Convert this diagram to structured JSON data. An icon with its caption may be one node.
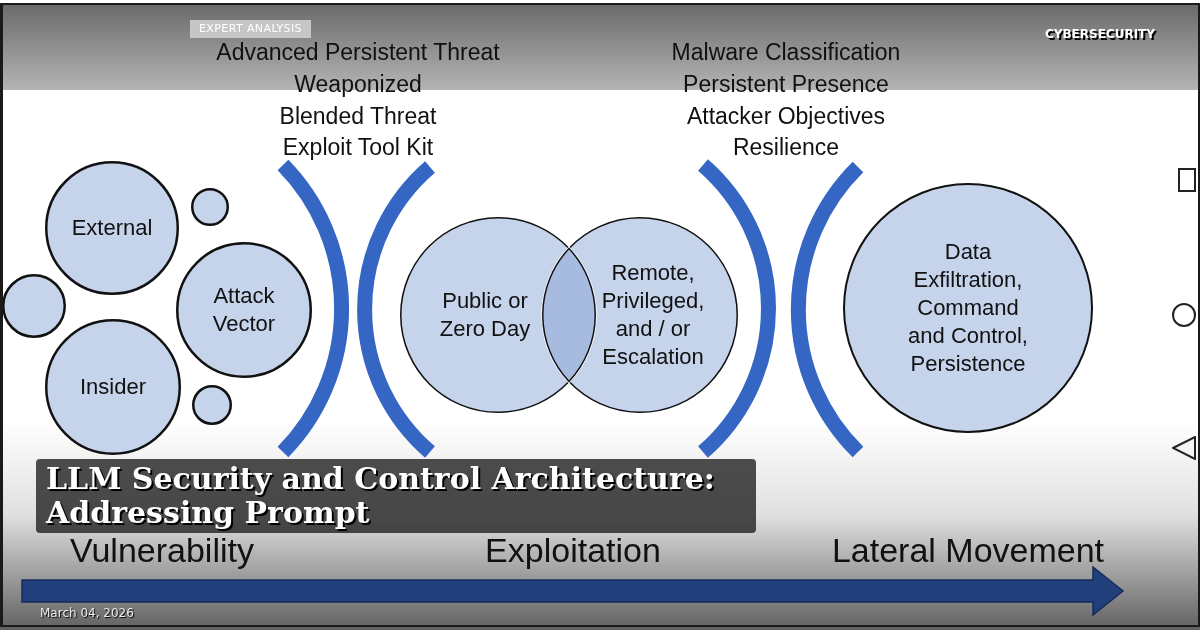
{
  "diagram": {
    "title": "LLM Security and Control Architecture: Addressing Prompt",
    "nodes": [
      {
        "text": [
          "External"
        ]
      },
      {
        "text": [],
        "shape": "circle"
      },
      {
        "text": [],
        "shape": "circle"
      },
      {
        "text": [
          "Attack Vector"
        ]
      },
      {
        "text": [
          "Insider"
        ]
      },
      {
        "text": [],
        "shape": "circle"
      },
      {
        "text": [
          "Public or Zero Day"
        ]
      },
      {
        "text": [],
        "shape": "lens"
      },
      {
        "text": [
          "Remote, Privileged, and / or Escalation"
        ]
      },
      {
        "text": [
          "Data Exfiltration, Command and Control, Persistence"
        ]
      }
    ],
    "labels": [
      "EXPERT ANALYSIS",
      "CYBERSECURITY",
      "Advanced Persistent Threat",
      "Weaponized",
      "Blended Threat",
      "Exploit Tool Kit",
      "Malware Classification",
      "Persistent Presence",
      "Attacker Objectives",
      "Resilience",
      "Vulnerability",
      "Exploitation",
      "Lateral Movement",
      "March 04, 2026"
    ]
  }
}
